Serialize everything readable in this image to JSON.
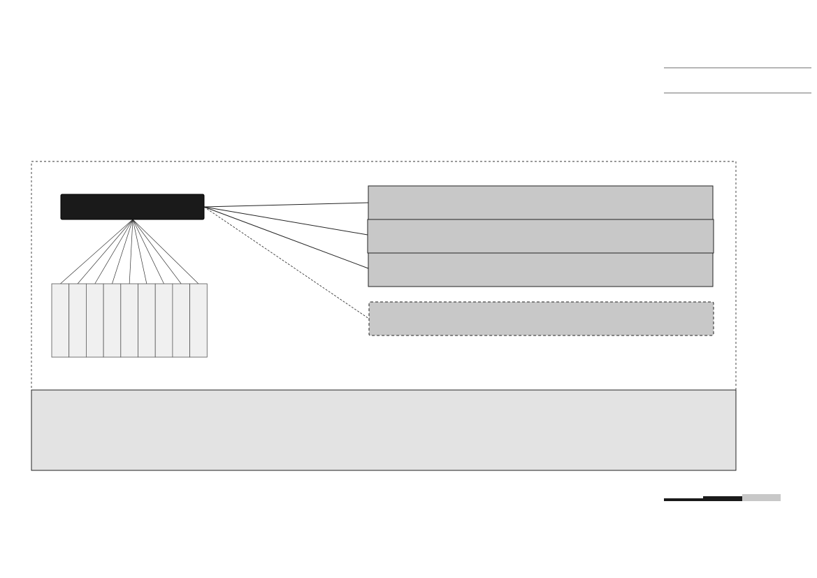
{
  "diagram": {
    "hub_node": {
      "color": "#1a1a1a"
    },
    "child_nodes": {
      "count": 9,
      "fill": "#f0f0f0"
    },
    "target_boxes": [
      {
        "style": "solid",
        "fill": "#c8c8c8"
      },
      {
        "style": "solid",
        "fill": "#c8c8c8"
      },
      {
        "style": "solid",
        "fill": "#c8c8c8"
      },
      {
        "style": "dashed",
        "fill": "#c8c8c8"
      }
    ],
    "bottom_panel": {
      "fill": "#e3e3e3"
    },
    "legend_bar_colors": [
      "#1a1a1a",
      "#1a1a1a",
      "#c8c8c8"
    ]
  }
}
